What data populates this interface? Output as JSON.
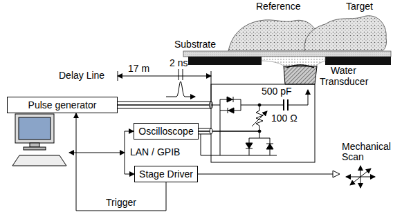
{
  "diagram": {
    "nodes": [
      {
        "text": [
          "Pulse generator"
        ]
      },
      {
        "text": [
          "Oscilloscope"
        ]
      },
      {
        "text": [
          "Stage Driver"
        ]
      }
    ],
    "edges": [
      {
        "from": 2,
        "to": 0,
        "arrow": "to",
        "label": "Trigger"
      },
      {
        "from": 1,
        "to": 2,
        "arrow": "both"
      }
    ],
    "labels": [
      "Reference",
      "Target",
      "Substrate",
      "Water",
      "Transducer",
      "2 ns",
      "Delay Line",
      "17 m",
      "500 pF",
      "100 Ω",
      "LAN / GPIB",
      "Mechanical Scan"
    ]
  }
}
